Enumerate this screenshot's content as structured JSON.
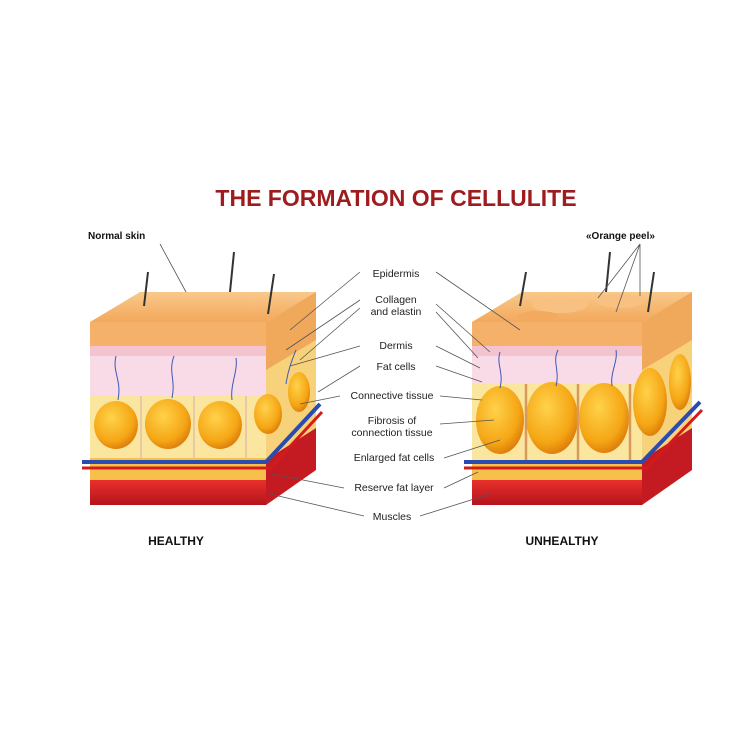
{
  "title": "THE FORMATION OF CELLULITE",
  "top_labels": {
    "left": "Normal skin",
    "right": "«Orange peel»"
  },
  "layer_labels": {
    "epidermis": "Epidermis",
    "collagen_1": "Collagen",
    "collagen_2": "and elastin",
    "dermis": "Dermis",
    "fat_cells": "Fat cells",
    "connective": "Connective tissue",
    "fibrosis_1": "Fibrosis of",
    "fibrosis_2": "connection tissue",
    "enlarged": "Enlarged fat cells",
    "reserve": "Reserve fat layer",
    "muscles": "Muscles"
  },
  "captions": {
    "left": "HEALTHY",
    "right": "UNHEALTHY"
  },
  "colors": {
    "title": "#9e1b1e",
    "epidermis": "#f6b66a",
    "dermis": "#f8d7e6",
    "fat": "#f4a91c",
    "fat_dark": "#e07a0a",
    "muscle": "#d11f2a",
    "vein": "#2a4bb0",
    "artery": "#d41b1b"
  }
}
